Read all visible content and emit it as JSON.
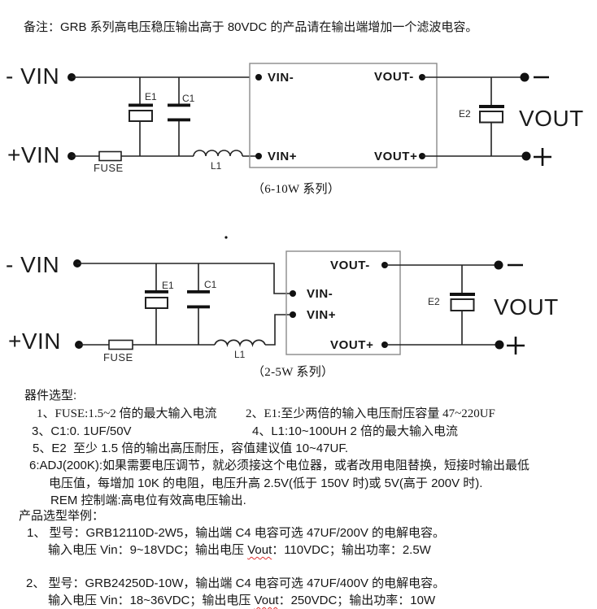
{
  "note": "备注：GRB 系列高电压稳压输出高于 80VDC 的产品请在输出端增加一个滤波电容。",
  "labels": {
    "vin_neg": "- VIN",
    "vin_pos": "+VIN",
    "vout": "VOUT",
    "pin_vin_neg": "VIN-",
    "pin_vin_pos": "VIN+",
    "pin_vout_neg": "VOUT-",
    "pin_vout_pos": "VOUT+",
    "e1": "E1",
    "c1": "C1",
    "e2": "E2",
    "l1": "L1",
    "fuse": "FUSE"
  },
  "diagram1": {
    "caption": "（6-10W 系列）"
  },
  "diagram2": {
    "caption": "（2-5W 系列）"
  },
  "selection": {
    "title": "器件选型:",
    "item1": "1、FUSE:1.5~2 倍的最大输入电流",
    "item2": "2、E1:至少两倍的输入电压耐压容量 47~220UF",
    "item3": "3、C1:0. 1UF/50V",
    "item4": "4、L1:10~100UH 2 倍的最大输入电流",
    "item5": "5、E2  至少 1.5 倍的输出高压耐压，容值建议值 10~47UF.",
    "item6_line1": "6:ADJ(200K):如果需要电压调节，就必须接这个电位器，或者改用电阻替换，短接时输出最低",
    "item6_line2": "电压值，每增加 10K 的电阻，电压升高 2.5V(低于 150V 时)或 5V(高于 200V 时).",
    "item6_line3": "REM 控制端:高电位有效高电压输出."
  },
  "examples": {
    "title": "产品选型举例：",
    "ex1_line1": "1、 型号：GRB12110D-2W5，输出端 C4 电容可选 47UF/200V 的电解电容。",
    "ex1_line2_prefix": "输入电压 Vin：9~18VDC；输出电压 ",
    "ex1_vout_word": "Vout",
    "ex1_line2_suffix": "：110VDC；输出功率：2.5W",
    "ex2_line1": "2、 型号：GRB24250D-10W，输出端 C4 电容可选 47UF/400V 的电解电容。",
    "ex2_line2_prefix": "输入电压 Vin：18~36VDC；输出电压 ",
    "ex2_vout_word": "Vout",
    "ex2_line2_suffix": "：250VDC；输出功率：10W"
  },
  "colors": {
    "wire": "#222222",
    "module_box_stroke": "#8a8a8a",
    "spellcheck_underline": "#e03131",
    "text": "#161616"
  }
}
